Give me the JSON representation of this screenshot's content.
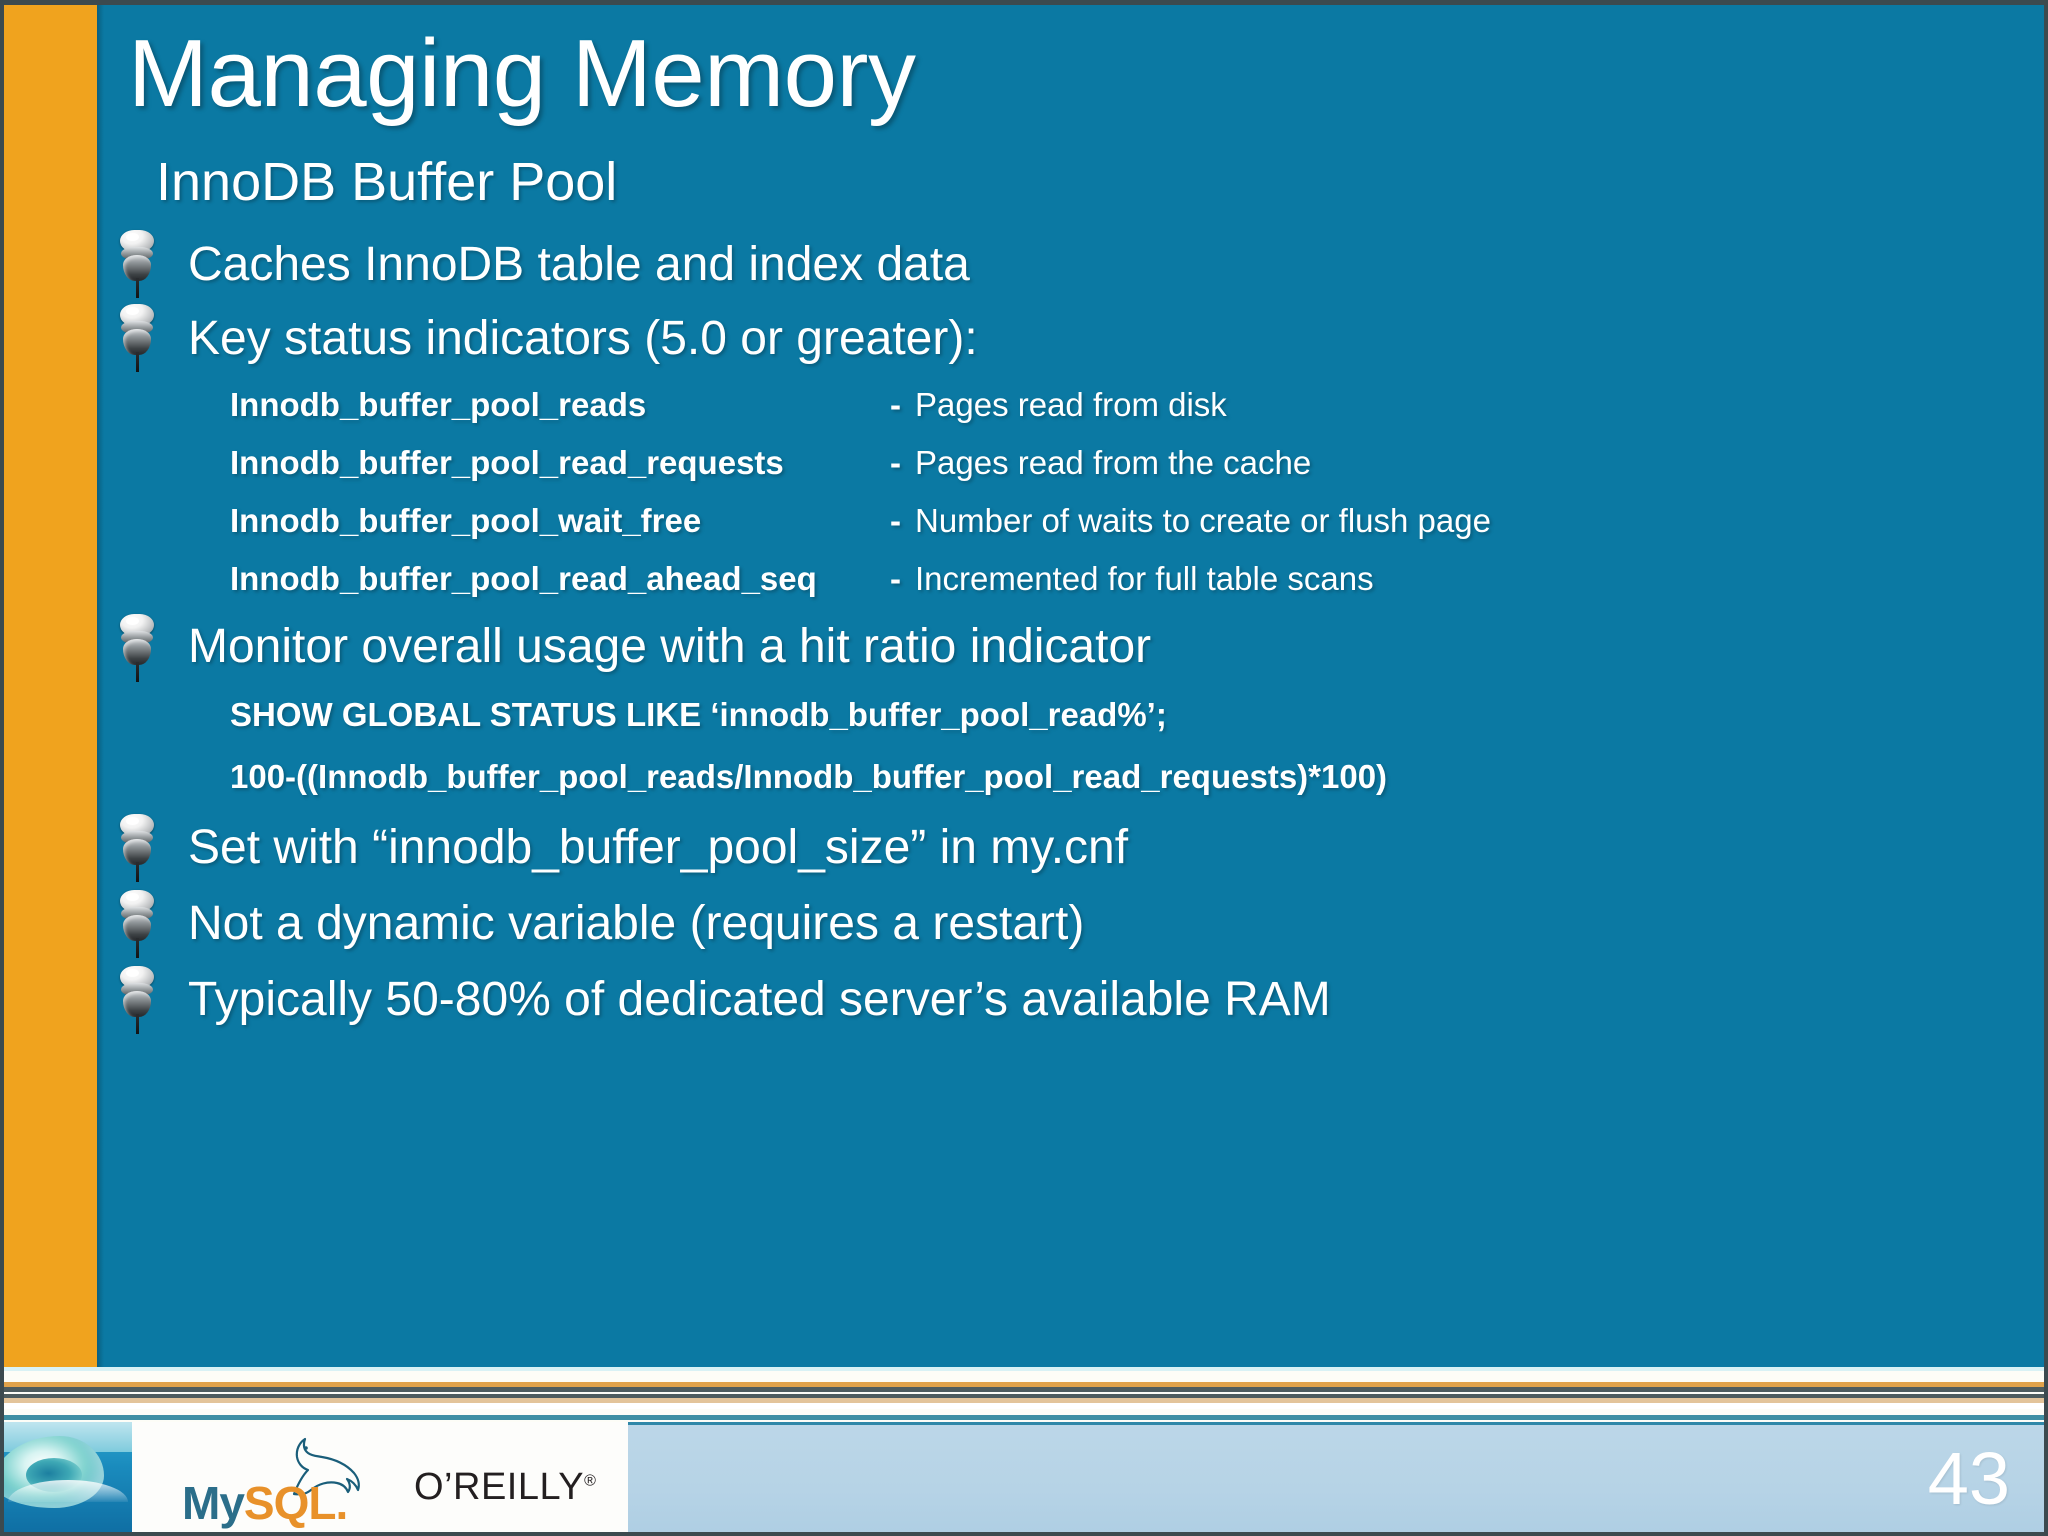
{
  "slide": {
    "title": "Managing Memory",
    "subtitle": "InnoDB Buffer Pool",
    "page_number": "43",
    "colors": {
      "background": "#0b79a3",
      "sidebar": "#f0a31e",
      "text": "#ffffff",
      "footer": "#b6d3e6"
    }
  },
  "bullets": [
    {
      "text": "Caches InnoDB table and index data"
    },
    {
      "text": "Key status indicators (5.0 or greater):"
    },
    {
      "text": "Monitor overall usage with a hit ratio indicator"
    },
    {
      "text": "Set with “innodb_buffer_pool_size” in my.cnf"
    },
    {
      "text": "Not a dynamic variable (requires a restart)"
    },
    {
      "text": "Typically 50-80% of dedicated server’s available RAM"
    }
  ],
  "indicators": [
    {
      "name": "Innodb_buffer_pool_reads",
      "dash": "-",
      "description": "Pages read from disk"
    },
    {
      "name": "Innodb_buffer_pool_read_requests",
      "dash": "-",
      "description": "Pages read from the cache"
    },
    {
      "name": "Innodb_buffer_pool_wait_free",
      "dash": "-",
      "description": "Number of waits to create or flush page"
    },
    {
      "name": "Innodb_buffer_pool_read_ahead_seq",
      "dash": "-",
      "description": "Incremented for full table scans"
    }
  ],
  "code_lines": [
    "SHOW GLOBAL STATUS LIKE ‘innodb_buffer_pool_read%’;",
    "100-((Innodb_buffer_pool_reads/Innodb_buffer_pool_read_requests)*100)"
  ],
  "footer": {
    "mysql_my": "My",
    "mysql_sql": "SQL",
    "mysql_dot": ".",
    "oreilly": "O’REILLY",
    "oreilly_tm": "®"
  }
}
